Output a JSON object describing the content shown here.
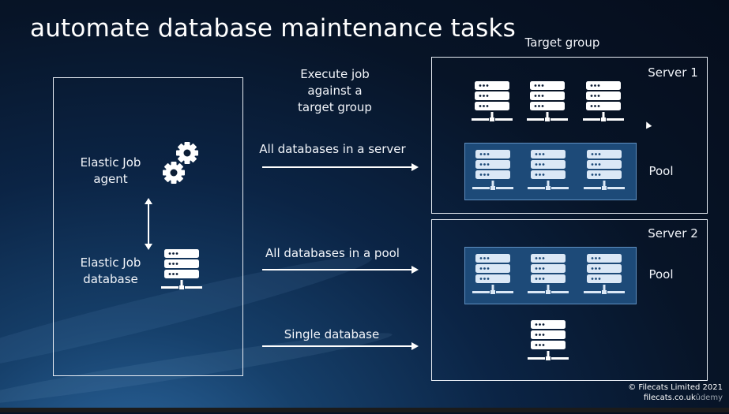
{
  "slide": {
    "title": "automate database maintenance tasks",
    "target_group_label": "Target group",
    "execute_label": [
      "Execute job",
      "against a",
      "target group"
    ],
    "agent_label": [
      "Elastic Job",
      "agent"
    ],
    "jobdb_label": [
      "Elastic Job",
      "database"
    ],
    "arrows": {
      "server": "All databases in a server",
      "pool": "All databases in a pool",
      "single": "Single database"
    },
    "server1": {
      "label": "Server 1",
      "pool_label": "Pool"
    },
    "server2": {
      "label": "Server 2",
      "pool_label": "Pool"
    },
    "footer": {
      "copyright": "© Filecats Limited 2021",
      "site": "filecats.co.uk",
      "watermark": "ûdemy"
    }
  },
  "colors": {
    "background": "#071427",
    "pool_fill": "#1d4a78",
    "pool_border": "#5f8fc0",
    "server_icon": "#ffffff",
    "pool_server_icon": "#dbe8f6"
  },
  "icons": [
    "server-icon",
    "gears-icon",
    "double-arrow-icon",
    "right-arrow-icon"
  ]
}
